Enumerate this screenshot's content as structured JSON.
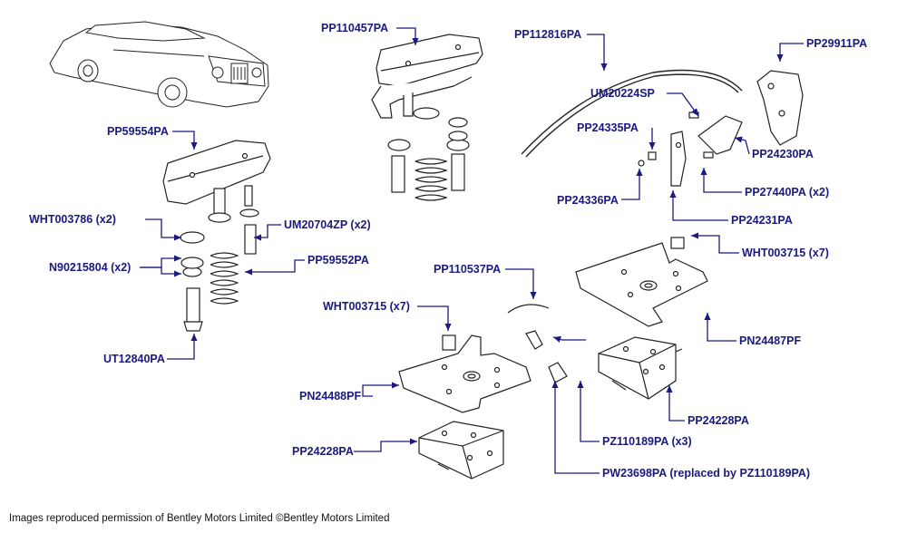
{
  "colors": {
    "label": "#1a1a80",
    "arrow": "#1a1a80",
    "line": "#222222"
  },
  "labels": {
    "pp110457pa": "PP110457PA",
    "pp112816pa": "PP112816PA",
    "pp29911pa": "PP29911PA",
    "um20224sp": "UM20224SP",
    "pp24335pa": "PP24335PA",
    "pp24230pa": "PP24230PA",
    "pp27440pa": "PP27440PA (x2)",
    "pp24336pa": "PP24336PA",
    "pp24231pa": "PP24231PA",
    "wht003715_right": "WHT003715 (x7)",
    "pp59554pa": "PP59554PA",
    "wht003786": "WHT003786 (x2)",
    "um20704zp": "UM20704ZP (x2)",
    "n90215804": "N90215804 (x2)",
    "pp59552pa": "PP59552PA",
    "ut12840pa": "UT12840PA",
    "pp110537pa": "PP110537PA",
    "wht003715_left": "WHT003715 (x7)",
    "pn24487pf": "PN24487PF",
    "pn24488pf": "PN24488PF",
    "pp24228pa_right": "PP24228PA",
    "pz110189pa": "PZ110189PA (x3)",
    "pp24228pa_left": "PP24228PA",
    "pw23698pa": "PW23698PA (replaced by PZ110189PA)"
  },
  "credit": "Images reproduced permission of Bentley Motors Limited ©Bentley Motors Limited"
}
